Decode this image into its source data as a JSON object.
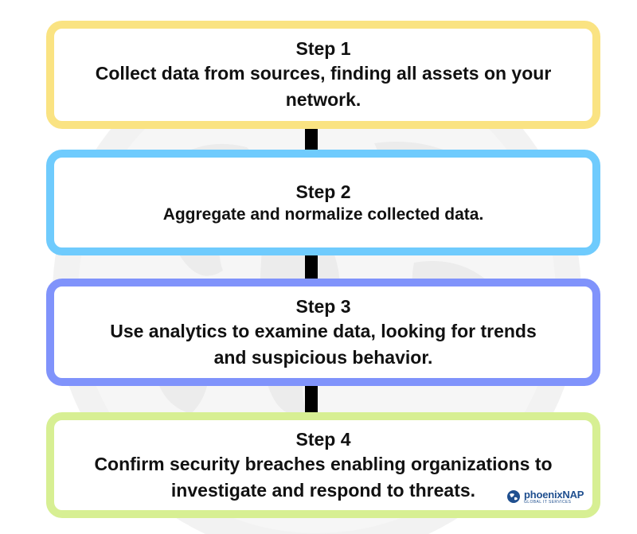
{
  "colors": {
    "step1_border": "#fae382",
    "step2_border": "#6fcbfd",
    "step3_border": "#8093fb",
    "step4_border": "#d7ef93",
    "connector": "#000000",
    "globe": "#f0f0f0",
    "brand": "#1f4f8f"
  },
  "steps": [
    {
      "title": "Step 1",
      "text": "Collect data from sources, finding all assets on your network."
    },
    {
      "title": "Step 2",
      "text": "Aggregate and normalize collected data."
    },
    {
      "title": "Step 3",
      "text": "Use analytics to examine data, looking for trends and suspicious behavior."
    },
    {
      "title": "Step 4",
      "text": "Confirm security breaches enabling organizations to investigate and respond to threats."
    }
  ],
  "logo": {
    "name": "phoenixNAP",
    "tagline": "GLOBAL IT SERVICES",
    "icon": "globe-logo-icon"
  },
  "background_icon": "globe-icon"
}
